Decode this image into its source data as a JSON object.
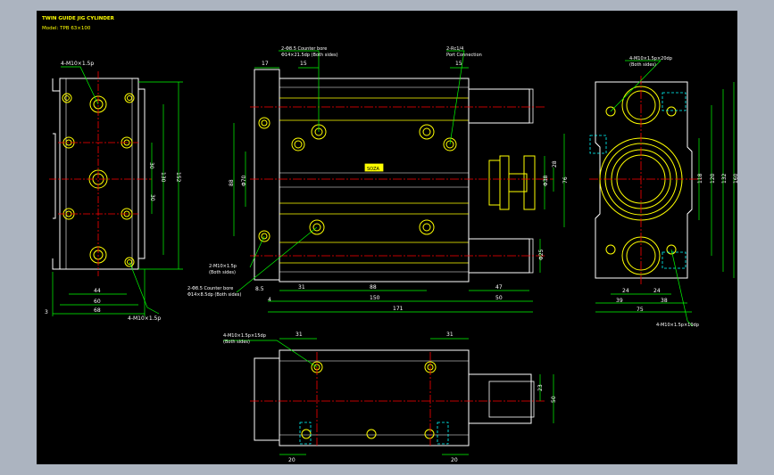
{
  "title": {
    "name": "TWIN GUIDE JIG CYLINDER",
    "model": "Model: TPB 63×100"
  },
  "nameplate": "SOZA",
  "left_view": {
    "callouts": [
      "4-M10×1.5p",
      "4-M10×1.5p"
    ],
    "dims": [
      "44",
      "60",
      "68",
      "3",
      "30",
      "30",
      "130",
      "152"
    ]
  },
  "front_view": {
    "callouts": [
      "2-Φ8.5 Counter bore",
      "Φ14×21.5dp (Both sides)",
      "2-Rc1/4",
      "Port Connection",
      "2-M10×1.5p",
      "(Both sides)",
      "2-Φ8.5 Counter bore",
      "Φ14×8.5dp (Both sides)"
    ],
    "dims": [
      "17",
      "15",
      "15",
      "88",
      "Φ70",
      "Φ38",
      "Φ25",
      "28",
      "76",
      "31",
      "88",
      "47",
      "8.5",
      "4",
      "150",
      "50",
      "171"
    ]
  },
  "right_view": {
    "callouts": [
      "4-M10×1.5p×20dp",
      "(Both sides)",
      "4-M10×1.5p×10dp"
    ],
    "dims": [
      "118",
      "120",
      "132",
      "160",
      "24",
      "24",
      "39",
      "38",
      "75"
    ]
  },
  "bottom_view": {
    "callouts": [
      "4-M10×1.5p×15dp",
      "(Both sides)"
    ],
    "dims": [
      "31",
      "31",
      "23",
      "50",
      "20",
      "20"
    ]
  },
  "colors": {
    "background": "#000000",
    "frame": "#acb4c0",
    "outline": "#ffffff",
    "feature": "#ffff00",
    "leader": "#00ff00",
    "hidden": "#00ffff",
    "centerline": "#ff0000"
  }
}
